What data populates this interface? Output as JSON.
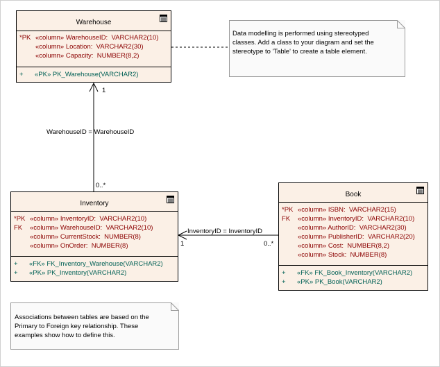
{
  "tables": {
    "warehouse": {
      "name": "Warehouse",
      "attributes": [
        {
          "prefix": "*PK",
          "text": "«column» WarehouseID:  VARCHAR2(10)"
        },
        {
          "prefix": "",
          "text": "«column» Location:  VARCHAR2(30)"
        },
        {
          "prefix": "",
          "text": "«column» Capacity:  NUMBER(8,2)"
        }
      ],
      "operations": [
        {
          "prefix": "+",
          "text": "«PK» PK_Warehouse(VARCHAR2)"
        }
      ]
    },
    "inventory": {
      "name": "Inventory",
      "attributes": [
        {
          "prefix": "*PK",
          "text": "«column» InventoryID:  VARCHAR2(10)"
        },
        {
          "prefix": "FK",
          "text": "«column» WarehouseID:  VARCHAR2(10)"
        },
        {
          "prefix": "",
          "text": "«column» CurrentStock:  NUMBER(8)"
        },
        {
          "prefix": "",
          "text": "«column» OnOrder:  NUMBER(8)"
        }
      ],
      "operations": [
        {
          "prefix": "+",
          "text": "«FK» FK_Inventory_Warehouse(VARCHAR2)"
        },
        {
          "prefix": "+",
          "text": "«PK» PK_Inventory(VARCHAR2)"
        }
      ]
    },
    "book": {
      "name": "Book",
      "attributes": [
        {
          "prefix": "*PK",
          "text": "«column» ISBN:  VARCHAR2(15)"
        },
        {
          "prefix": "FK",
          "text": "«column» InventoryID:  VARCHAR2(10)"
        },
        {
          "prefix": "",
          "text": "«column» AuthorID:  VARCHAR2(30)"
        },
        {
          "prefix": "",
          "text": "«column» PublisherID:  VARCHAR2(20)"
        },
        {
          "prefix": "",
          "text": "«column» Cost:  NUMBER(8,2)"
        },
        {
          "prefix": "",
          "text": "«column» Stock:  NUMBER(8)"
        }
      ],
      "operations": [
        {
          "prefix": "+",
          "text": "«FK» FK_Book_Inventory(VARCHAR2)"
        },
        {
          "prefix": "+",
          "text": "«PK» PK_Book(VARCHAR2)"
        }
      ]
    }
  },
  "notes": {
    "top": [
      "Data modelling is performed using stereotyped",
      "classes. Add a class to your diagram and set the",
      "stereotype to 'Table' to create a table element."
    ],
    "bottom": [
      "Associations between tables are based on the",
      "Primary to Foreign key relationship. These",
      "examples show how to define this."
    ]
  },
  "links": {
    "warehouse_inventory": {
      "label": "WarehouseID = WarehouseID",
      "source_mult": "1",
      "target_mult": "0..*"
    },
    "inventory_book": {
      "label": "InventoryID = InventoryID",
      "source_mult": "1",
      "target_mult": "0..*"
    }
  },
  "colors": {
    "table_fill": "#fbf0e6",
    "attribute_text": "#8b0000",
    "operation_text": "#006055",
    "note_fill": "#fafafa"
  }
}
